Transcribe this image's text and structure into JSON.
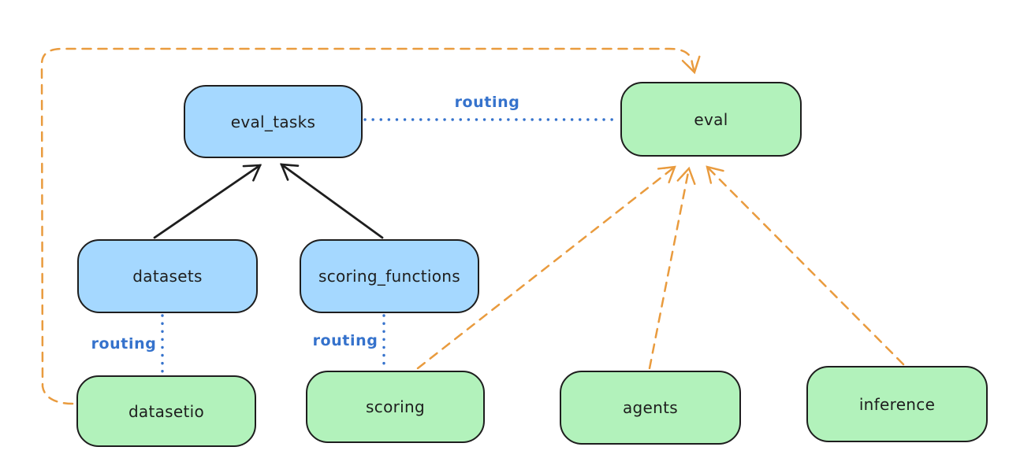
{
  "diagram": {
    "type": "architecture-diagram",
    "colors": {
      "api_box_fill": "#a5d8ff",
      "provider_box_fill": "#b2f2bb",
      "box_stroke": "#1e1e1e",
      "routing_blue": "#3572cc",
      "orange_dashed": "#e99b3e",
      "black_arrow": "#1e1e1e",
      "background": "#ffffff"
    },
    "nodes": [
      {
        "id": "eval_tasks",
        "label": "eval_tasks",
        "kind": "api"
      },
      {
        "id": "eval",
        "label": "eval",
        "kind": "provider"
      },
      {
        "id": "datasets",
        "label": "datasets",
        "kind": "api"
      },
      {
        "id": "scoring_functions",
        "label": "scoring_functions",
        "kind": "api"
      },
      {
        "id": "datasetio",
        "label": "datasetio",
        "kind": "provider"
      },
      {
        "id": "scoring",
        "label": "scoring",
        "kind": "provider"
      },
      {
        "id": "agents",
        "label": "agents",
        "kind": "provider"
      },
      {
        "id": "inference",
        "label": "inference",
        "kind": "provider"
      }
    ],
    "edge_labels": [
      {
        "text": "routing"
      },
      {
        "text": "routing"
      },
      {
        "text": "routing"
      }
    ],
    "edges": [
      {
        "from": "datasets",
        "to": "eval_tasks",
        "style": "solid-black-arrow"
      },
      {
        "from": "scoring_functions",
        "to": "eval_tasks",
        "style": "solid-black-arrow"
      },
      {
        "from": "eval_tasks",
        "to": "eval",
        "style": "dotted-blue",
        "label": "routing"
      },
      {
        "from": "datasets",
        "to": "datasetio",
        "style": "dotted-blue",
        "label": "routing"
      },
      {
        "from": "scoring_functions",
        "to": "scoring",
        "style": "dotted-blue",
        "label": "routing"
      },
      {
        "from": "datasetio",
        "to": "eval",
        "style": "dashed-orange-arrow",
        "route": "around-top-left"
      },
      {
        "from": "scoring",
        "to": "eval",
        "style": "dashed-orange-arrow"
      },
      {
        "from": "agents",
        "to": "eval",
        "style": "dashed-orange-arrow"
      },
      {
        "from": "inference",
        "to": "eval",
        "style": "dashed-orange-arrow"
      }
    ]
  }
}
